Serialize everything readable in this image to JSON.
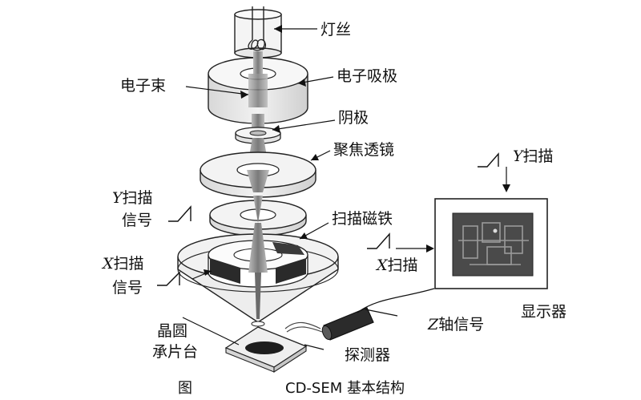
{
  "labels": {
    "filament": "灯丝",
    "electron_beam": "电子束",
    "electron_absorber": "电子吸极",
    "cathode": "阴极",
    "focus_lens": "聚焦透镜",
    "scan_y_signal_axis": "Y",
    "scan_y_signal_text": "扫描",
    "scan_y_signal_line2": "信号",
    "scan_magnet": "扫描磁铁",
    "scan_x_signal_axis": "X",
    "scan_x_signal_text": "扫描",
    "scan_x_signal_line2": "信号",
    "wafer_stage_line1": "晶圆",
    "wafer_stage_line2": "承片台",
    "detector": "探测器",
    "z_signal_axis": "Z",
    "z_signal_text": "轴信号",
    "display": "显示器",
    "display_y_axis": "Y",
    "display_y_text": "扫描",
    "display_x_axis": "X",
    "display_x_text": "扫描"
  },
  "caption": {
    "prefix": "图",
    "title": "CD-SEM 基本结构"
  }
}
